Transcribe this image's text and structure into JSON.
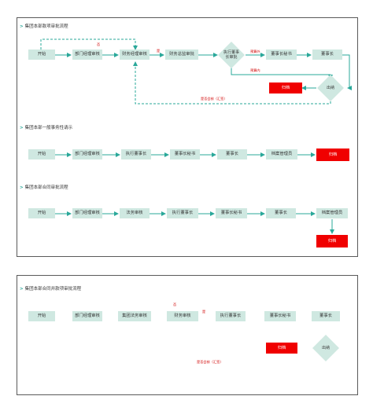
{
  "flow1": {
    "title": "集团本部款项审批流程",
    "start": "开始",
    "dept_review": "部门经理审核",
    "finance_manager": "财务经理审核",
    "finance_director": "财务总监审批",
    "exec_director": "执行董事长审批",
    "chairman_secretary": "董事长秘书",
    "chairman": "董事长",
    "payout": "出纳",
    "archive": "归档",
    "note_no": "否",
    "note_yes": "是",
    "note_over": "预算外",
    "note_within": "预算内",
    "note_loop": "是否会核（汇签）"
  },
  "flow2": {
    "title": "集团本部一般事务性请示",
    "start": "开始",
    "dept_review": "部门经理审核",
    "exec_director": "执行董事长",
    "chairman_secretary": "董事长秘书",
    "chairman": "董事长",
    "archive_manager": "档案管理员",
    "archive": "归档"
  },
  "flow3": {
    "title": "集团本部合同审批流程",
    "start": "开始",
    "dept_review": "部门经理审核",
    "legal_review": "法务审核",
    "exec_director": "执行董事长",
    "chairman_secretary": "董事长秘书",
    "chairman": "董事长",
    "archive_manager": "档案管理员",
    "archive": "归档"
  },
  "flow4": {
    "title": "集团本部合同并款项审批流程",
    "start": "开始",
    "dept_review": "部门经理审核",
    "legal_review": "集团法务审核",
    "finance_review": "财务审核",
    "exec_director": "执行董事长",
    "chairman_secretary": "董事长秘书",
    "chairman": "董事长",
    "payout": "出纳",
    "archive": "归档",
    "note_no": "否",
    "note_yes": "是",
    "note_loop": "是否会核（汇签）"
  },
  "colors": {
    "node": "#cfe8e1",
    "arrow": "#2aa89a",
    "archive": "#f00000",
    "note": "#d00000"
  }
}
